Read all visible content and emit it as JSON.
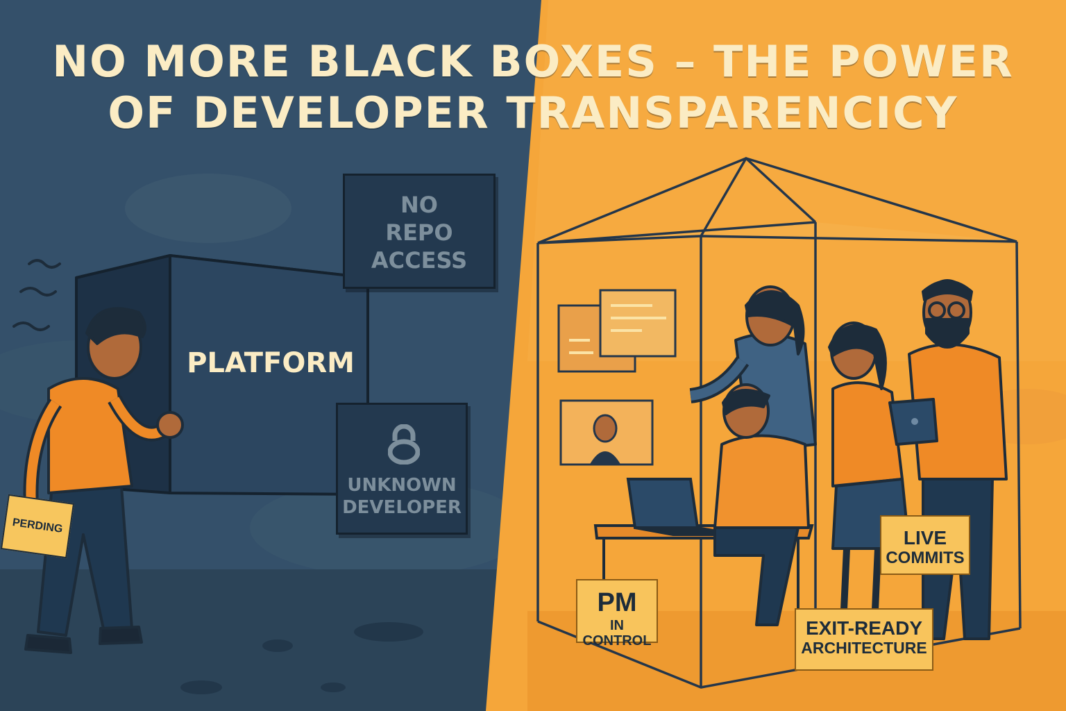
{
  "title": {
    "line1": "NO MORE BLACK BOXES – THE POWER",
    "line2": "OF DEVELOPER TRANSPARENCICY"
  },
  "left_panel": {
    "box_label": "PLATFORM",
    "sign_repo": [
      "NO",
      "REPO",
      "ACCESS"
    ],
    "sign_dev": [
      "UNKNOWN",
      "DEVELOPER"
    ],
    "paper_label": "PERDING",
    "lock_icon": "lock-icon"
  },
  "right_panel": {
    "tag_live": [
      "LIVE",
      "COMMITS"
    ],
    "tag_pm": [
      "PM",
      "IN CONTROL"
    ],
    "tag_exit": [
      "EXIT-READY",
      "ARCHITECTURE"
    ]
  },
  "colors": {
    "left_bg": "#2f4a60",
    "right_bg": "#f5a63a",
    "title_text": "#fbecc4",
    "dark_outline": "#1d2c3a"
  }
}
